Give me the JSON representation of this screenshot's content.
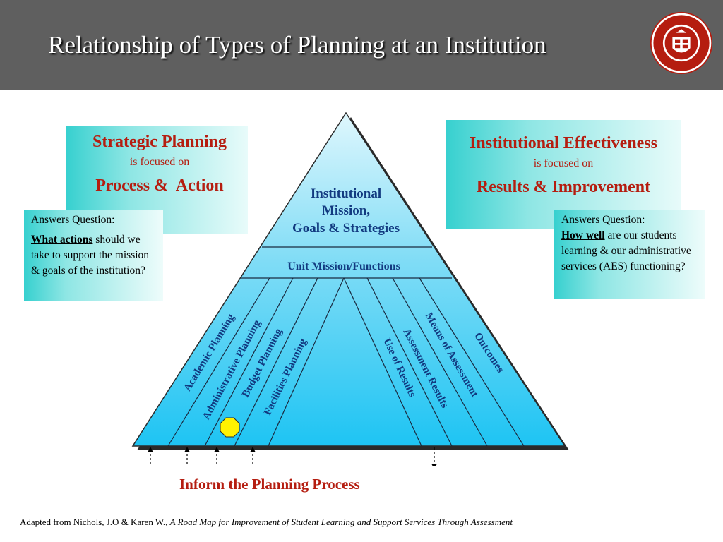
{
  "title": "Relationship of Types of Planning at an Institution",
  "logo": {
    "icon": "ttuhsc-seal-icon"
  },
  "colors": {
    "accent_red": "#b51d10",
    "label_blue": "#123a80",
    "header_gray": "#5f5f5f"
  },
  "strategic": {
    "heading": "Strategic Planning",
    "focus": "is focused on",
    "body": "Process &  Action"
  },
  "strategic_question": {
    "heading": "Answers Question:",
    "bold": "What actions",
    "rest": " should we take to support the mission & goals of the institution?"
  },
  "effectiveness": {
    "heading": "Institutional Effectiveness",
    "focus": "is focused on",
    "body": "Results & Improvement"
  },
  "effectiveness_question": {
    "heading": "Answers Question:",
    "bold": "How well",
    "rest": " are our students learning & our administrative services (AES) functioning?"
  },
  "pyramid": {
    "top": {
      "line1": "Institutional",
      "line2": "Mission,",
      "line3": "Goals & Strategies"
    },
    "middle": "Unit Mission/Functions",
    "left_strips": [
      "Academic Planning",
      "Administrative Planning",
      "Budget Planning",
      "Facilities Planning"
    ],
    "right_strips": [
      "Use of Results",
      "Assessment Results",
      "Means of Assessment",
      "Outcomes"
    ]
  },
  "inform": "Inform the Planning Process",
  "footer": {
    "prefix": "Adapted from Nichols, J.O & Karen W., ",
    "italic": "A Road Map for Improvement of Student Learning and Support Services Through Assessment"
  }
}
